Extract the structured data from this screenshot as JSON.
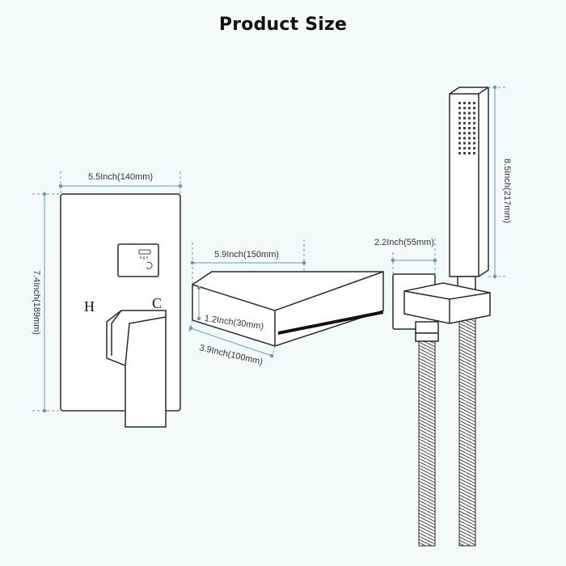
{
  "title": "Product Size",
  "colors": {
    "background": "#f3fafa",
    "outline": "#2a2a2a",
    "dimension_line": "#6b9aa8",
    "text": "#333333"
  },
  "valve_plate": {
    "width_label": "5.5Inch(140mm)",
    "height_label": "7.4Inch(189mm)",
    "hot_label": "H",
    "cold_label": "C",
    "diverter_icon": "shower-diverter-icon"
  },
  "spout": {
    "length_label": "5.9Inch(150mm)",
    "height_label": "1.2Inch(30mm)",
    "depth_label": "3.9Inch(100mm)"
  },
  "hand_shower": {
    "holder_label": "2.2Inch(55mm)",
    "length_label": "8.5Inch(217mm)"
  }
}
